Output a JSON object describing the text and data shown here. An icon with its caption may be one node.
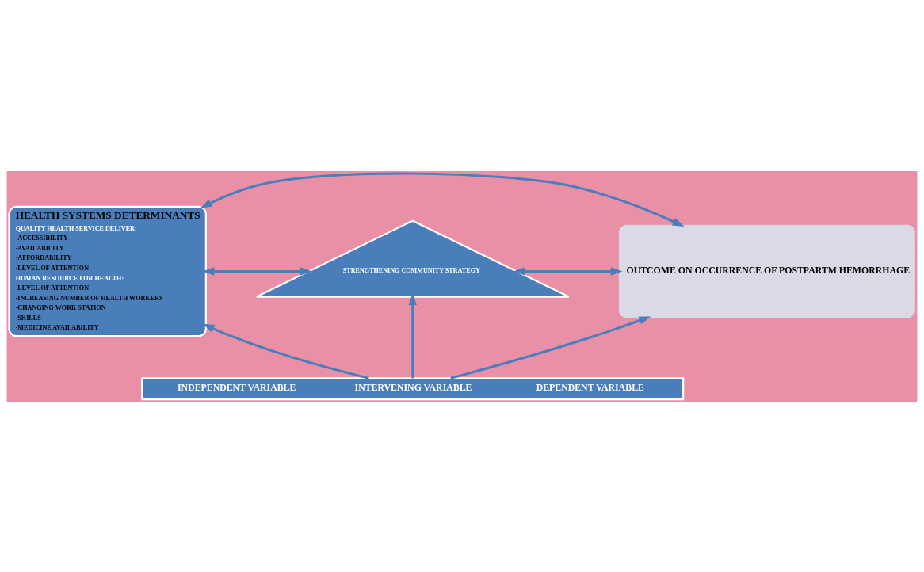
{
  "diagram": {
    "nodes": [
      {
        "text": [
          "HEALTH SYSTEMS DETERMINANTS",
          "QUALITY HEALTH SERVICE DELIVER:",
          "-ACCESSIBILITY",
          "-AVAILABILITY",
          "-AFFORDABILITY",
          "-LEVEL OF ATTENTION",
          "HUMAN RESOURCE FOR HEALTH:",
          "-LEVEL OF ATTENTION",
          "-INCREASING NUMBER OF HEALTH WORKERS",
          "-CHANGING WORK STATION",
          "-SKILLS",
          "-MEDICINE AVAILABILITY"
        ]
      },
      {
        "text": [
          "STRENGTHENING COMMUNITY STRATEGY"
        ]
      },
      {
        "text": [
          "OUTCOME ON OCCURRENCE OF POSTPARTM HEMORRHAGE"
        ]
      },
      {
        "text": [
          "INDEPENDENT VARIABLE",
          "INTERVENING VARIABLE",
          "DEPENDENT VARIABLE"
        ]
      }
    ],
    "edges": [
      {
        "from": 0,
        "to": 2,
        "arrow": "both"
      },
      {
        "from": 0,
        "to": 1,
        "arrow": "both"
      },
      {
        "from": 1,
        "to": 2,
        "arrow": "both"
      },
      {
        "from": 3,
        "to": 0,
        "arrow": "to"
      },
      {
        "from": 3,
        "to": 1,
        "arrow": "to"
      },
      {
        "from": 3,
        "to": 2,
        "arrow": "to"
      }
    ]
  }
}
